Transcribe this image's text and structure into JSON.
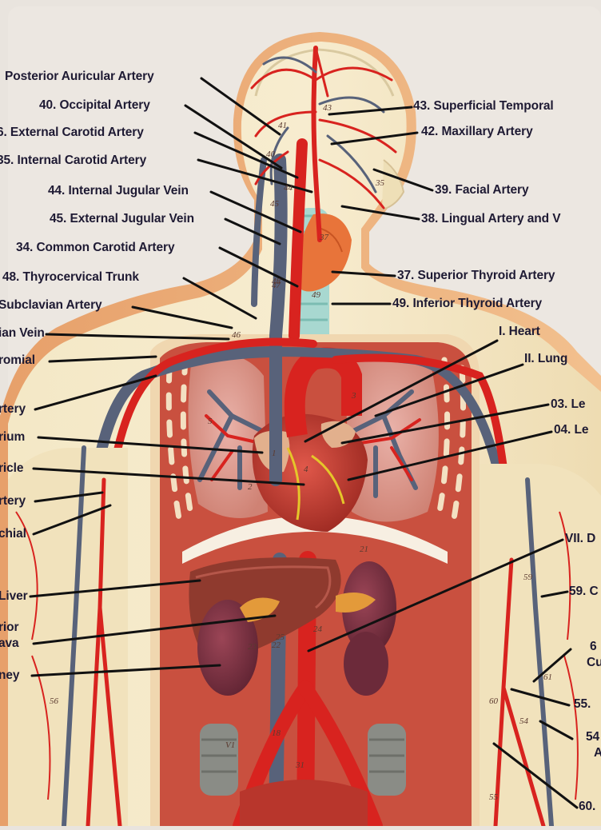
{
  "image": {
    "subject": "anatomical model of the human circulatory system",
    "colors": {
      "background": "#e9e4de",
      "skin": "#f3e6c2",
      "artery": "#d8231f",
      "vein": "#58627a",
      "muscle": "#c4473a",
      "label_text": "#1e1a33"
    }
  },
  "labels_left": [
    "Posterior Auricular Artery",
    "40. Occipital Artery",
    "6. External Carotid Artery",
    "35. Internal Carotid Artery",
    "44. Internal Jugular Vein",
    "45. External Jugular Vein",
    "34. Common Carotid Artery",
    "48. Thyrocervical Trunk",
    "Subclavian Artery",
    "ian Vein",
    "romial",
    "rtery",
    "rium",
    "ricle",
    "rtery",
    "chial",
    "Liver",
    "rior",
    "ava",
    "ney"
  ],
  "labels_right": [
    "43. Superficial Temporal",
    "42. Maxillary Artery",
    "39. Facial Artery",
    "38. Lingual Artery and V",
    "37. Superior Thyroid Artery",
    "49. Inferior Thyroid Artery",
    "I. Heart",
    "II. Lung",
    "03. Le",
    "04. Le",
    "VII. D",
    "59. C",
    "6",
    "Cu",
    "55.",
    "54",
    "A",
    "60."
  ],
  "model_numbers": [
    "41",
    "43",
    "40",
    "35",
    "44",
    "45",
    "37",
    "48",
    "49",
    "46",
    "2",
    "5",
    "1",
    "3",
    "4",
    "21",
    "22",
    "23",
    "25",
    "24",
    "59",
    "55",
    "56",
    "54",
    "60",
    "61",
    "31",
    "18",
    "47",
    "V1"
  ]
}
